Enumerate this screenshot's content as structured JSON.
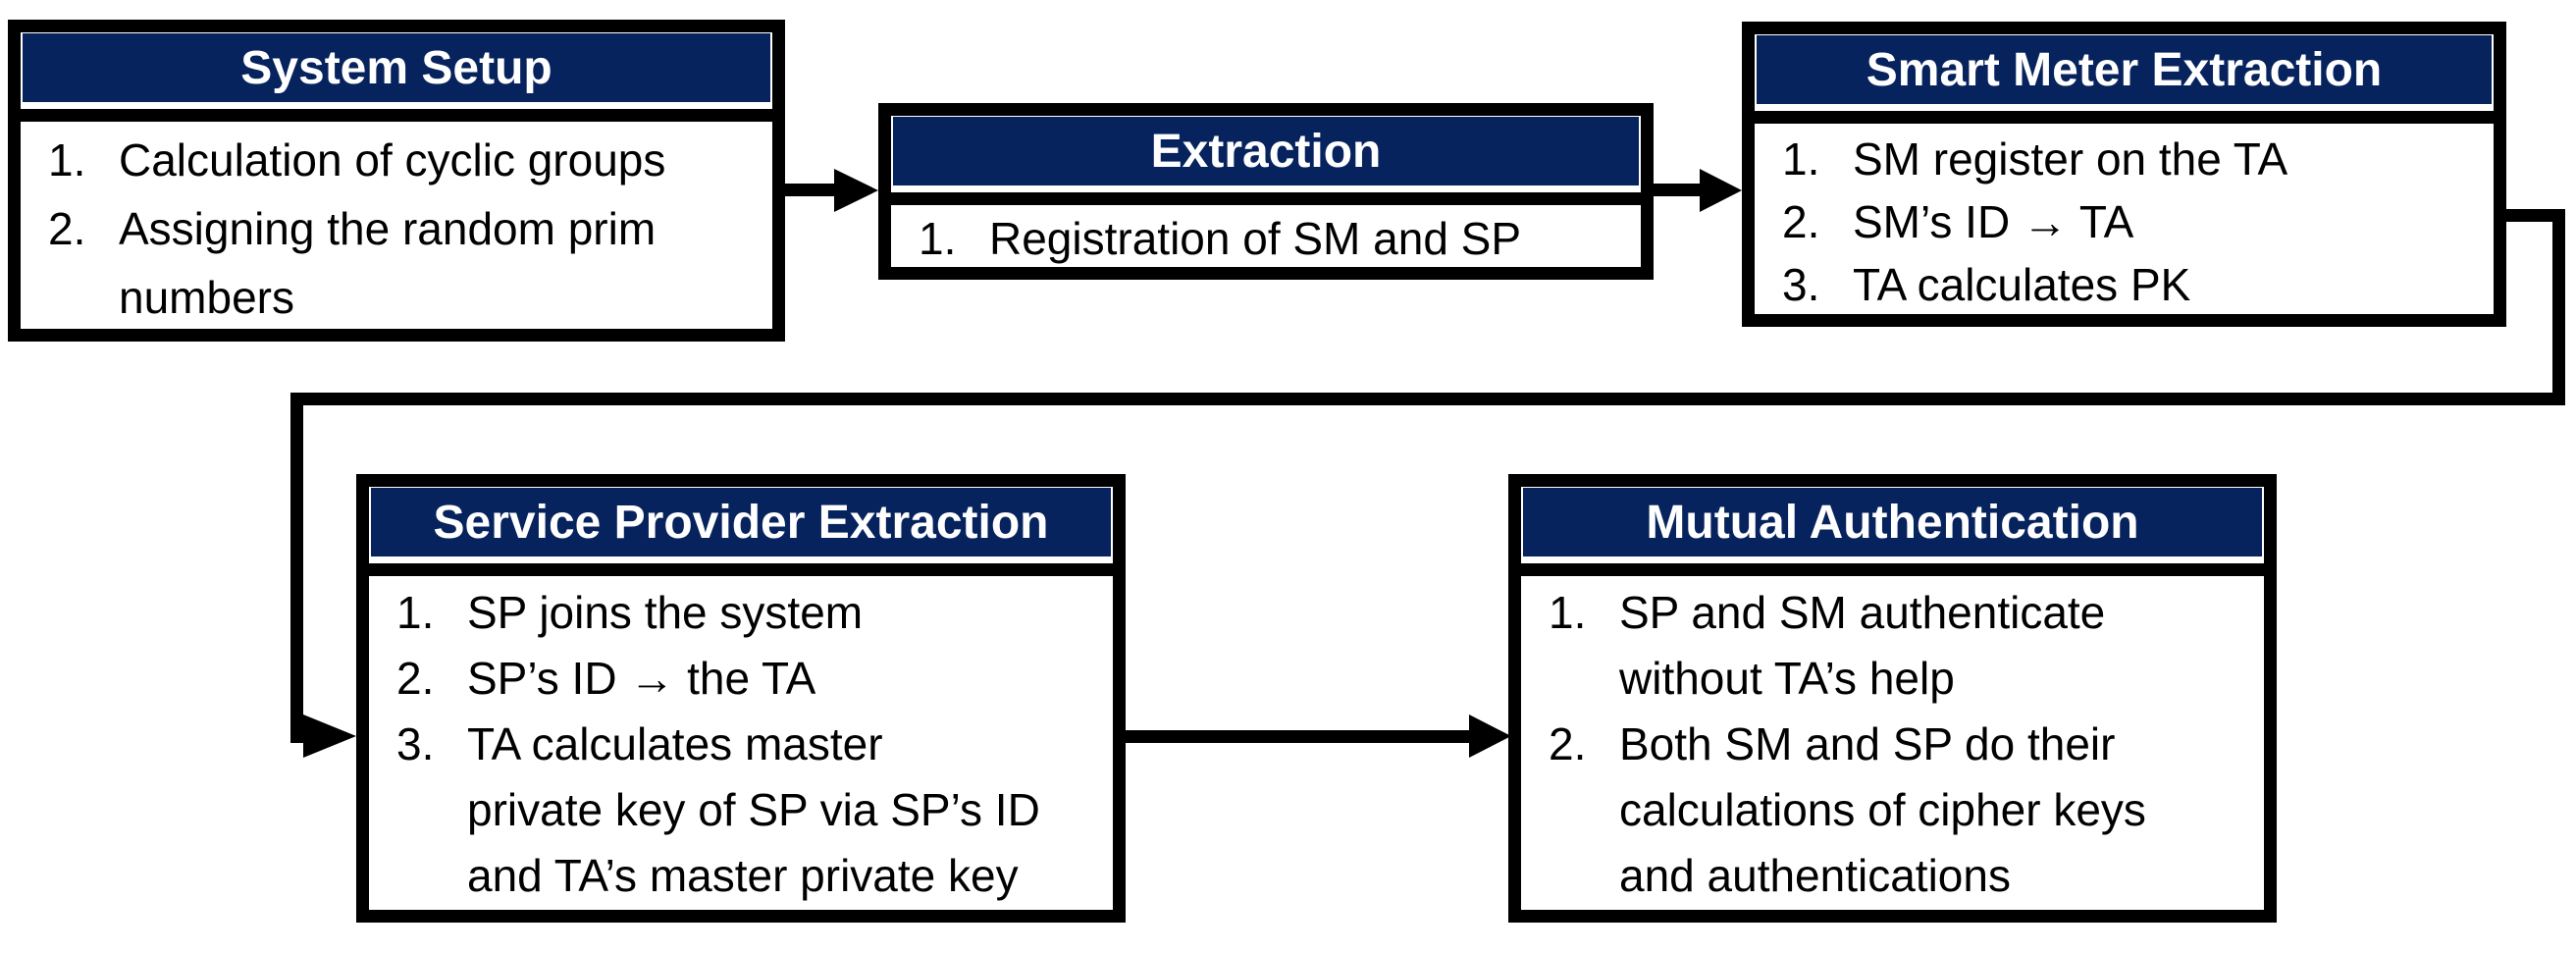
{
  "figure": {
    "colors": {
      "header_bg": "#07235e",
      "header_text": "#ffffff",
      "border": "#000000",
      "body_text": "#000000",
      "canvas_bg": "#ffffff"
    },
    "boxes": [
      {
        "id": "system-setup",
        "title": "System Setup",
        "items": [
          {
            "num": "1.",
            "lines": [
              "Calculation of cyclic groups"
            ]
          },
          {
            "num": "2.",
            "lines": [
              "Assigning the random prim",
              "numbers"
            ]
          }
        ]
      },
      {
        "id": "extraction",
        "title": "Extraction",
        "items": [
          {
            "num": "1.",
            "lines": [
              "Registration of SM and SP"
            ]
          }
        ]
      },
      {
        "id": "smart-meter-extraction",
        "title": "Smart Meter Extraction",
        "items": [
          {
            "num": "1.",
            "lines": [
              "SM register on the TA"
            ]
          },
          {
            "num": "2.",
            "lines": [
              "SM’s ID → TA"
            ]
          },
          {
            "num": "3.",
            "lines": [
              "TA calculates PK"
            ]
          }
        ]
      },
      {
        "id": "service-provider-extraction",
        "title": "Service Provider Extraction",
        "items": [
          {
            "num": "1.",
            "lines": [
              "SP joins the system"
            ]
          },
          {
            "num": "2.",
            "lines": [
              "SP’s ID → the TA"
            ]
          },
          {
            "num": "3.",
            "lines": [
              "TA calculates master",
              "private key of SP via SP’s ID",
              "and TA’s master private key"
            ]
          }
        ]
      },
      {
        "id": "mutual-authentication",
        "title": "Mutual Authentication",
        "items": [
          {
            "num": "1.",
            "lines": [
              "SP and SM authenticate",
              "without TA’s help"
            ]
          },
          {
            "num": "2.",
            "lines": [
              "Both SM and SP do their",
              "calculations of cipher keys",
              "and authentications"
            ]
          }
        ]
      }
    ],
    "connectors": [
      {
        "from": "system-setup",
        "to": "extraction",
        "type": "arrow-right"
      },
      {
        "from": "extraction",
        "to": "smart-meter-extraction",
        "type": "arrow-right"
      },
      {
        "from": "smart-meter-extraction",
        "to": "service-provider-extraction",
        "type": "arrow-routed-down-left"
      },
      {
        "from": "service-provider-extraction",
        "to": "mutual-authentication",
        "type": "arrow-right"
      }
    ]
  }
}
